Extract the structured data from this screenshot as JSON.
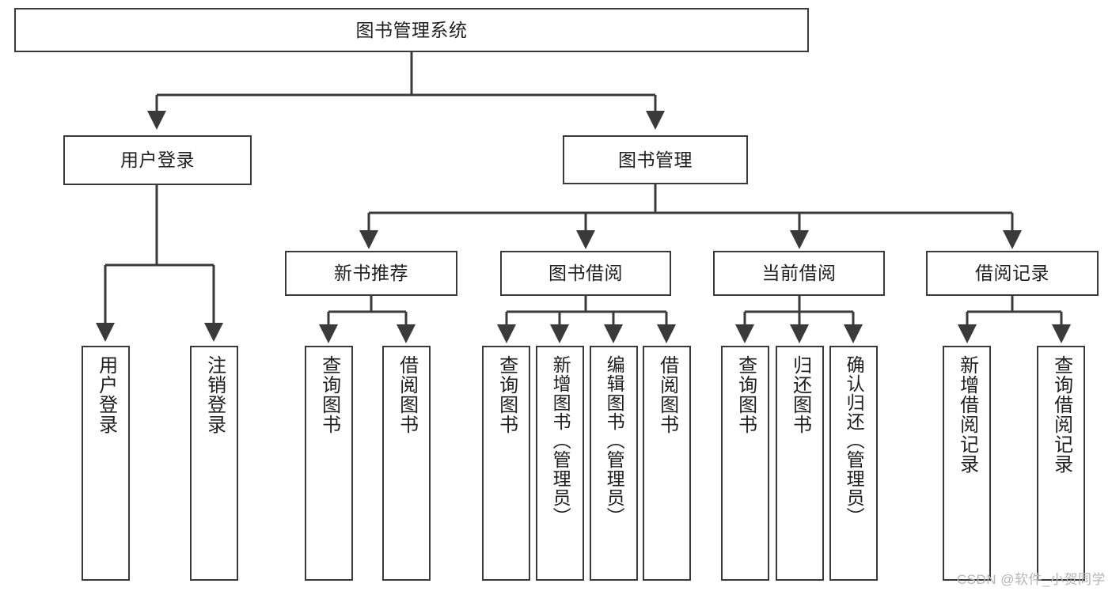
{
  "diagram": {
    "title": "图书管理系统",
    "type": "tree-hierarchy-chart",
    "line_color": "#3a3a3a",
    "box_fill": "#ffffff",
    "text_color": "#1f1f1f"
  },
  "root": {
    "label": "图书管理系统"
  },
  "level2": [
    {
      "label": "用户登录"
    },
    {
      "label": "图书管理"
    }
  ],
  "level3": [
    {
      "label": "新书推荐"
    },
    {
      "label": "图书借阅"
    },
    {
      "label": "当前借阅"
    },
    {
      "label": "借阅记录"
    }
  ],
  "leaves": {
    "user_login": [
      {
        "label": "用户登录"
      },
      {
        "label": "注销登录"
      }
    ],
    "new_book_recommend": [
      {
        "label": "查询图书"
      },
      {
        "label": "借阅图书"
      }
    ],
    "book_borrow": [
      {
        "label": "查询图书"
      },
      {
        "label": "新增图书（管理员）"
      },
      {
        "label": "编辑图书（管理员）"
      },
      {
        "label": "借阅图书"
      }
    ],
    "current_borrow": [
      {
        "label": "查询图书"
      },
      {
        "label": "归还图书"
      },
      {
        "label": "确认归还（管理员）"
      }
    ],
    "borrow_record": [
      {
        "label": "新增借阅记录"
      },
      {
        "label": "查询借阅记录"
      }
    ]
  },
  "watermark": {
    "text": "CSDN @软件_小贺同学"
  },
  "chart_data": {
    "type": "table",
    "title": "图书管理系统 功能结构图",
    "nodes": [
      {
        "id": "root",
        "label": "图书管理系统",
        "level": 0,
        "parent": null
      },
      {
        "id": "n1",
        "label": "用户登录",
        "level": 1,
        "parent": "root"
      },
      {
        "id": "n2",
        "label": "图书管理",
        "level": 1,
        "parent": "root"
      },
      {
        "id": "n1a",
        "label": "用户登录",
        "level": 2,
        "parent": "n1"
      },
      {
        "id": "n1b",
        "label": "注销登录",
        "level": 2,
        "parent": "n1"
      },
      {
        "id": "n2a",
        "label": "新书推荐",
        "level": 2,
        "parent": "n2"
      },
      {
        "id": "n2b",
        "label": "图书借阅",
        "level": 2,
        "parent": "n2"
      },
      {
        "id": "n2c",
        "label": "当前借阅",
        "level": 2,
        "parent": "n2"
      },
      {
        "id": "n2d",
        "label": "借阅记录",
        "level": 2,
        "parent": "n2"
      },
      {
        "id": "n2a1",
        "label": "查询图书",
        "level": 3,
        "parent": "n2a"
      },
      {
        "id": "n2a2",
        "label": "借阅图书",
        "level": 3,
        "parent": "n2a"
      },
      {
        "id": "n2b1",
        "label": "查询图书",
        "level": 3,
        "parent": "n2b"
      },
      {
        "id": "n2b2",
        "label": "新增图书（管理员）",
        "level": 3,
        "parent": "n2b"
      },
      {
        "id": "n2b3",
        "label": "编辑图书（管理员）",
        "level": 3,
        "parent": "n2b"
      },
      {
        "id": "n2b4",
        "label": "借阅图书",
        "level": 3,
        "parent": "n2b"
      },
      {
        "id": "n2c1",
        "label": "查询图书",
        "level": 3,
        "parent": "n2c"
      },
      {
        "id": "n2c2",
        "label": "归还图书",
        "level": 3,
        "parent": "n2c"
      },
      {
        "id": "n2c3",
        "label": "确认归还（管理员）",
        "level": 3,
        "parent": "n2c"
      },
      {
        "id": "n2d1",
        "label": "新增借阅记录",
        "level": 3,
        "parent": "n2d"
      },
      {
        "id": "n2d2",
        "label": "查询借阅记录",
        "level": 3,
        "parent": "n2d"
      }
    ]
  }
}
